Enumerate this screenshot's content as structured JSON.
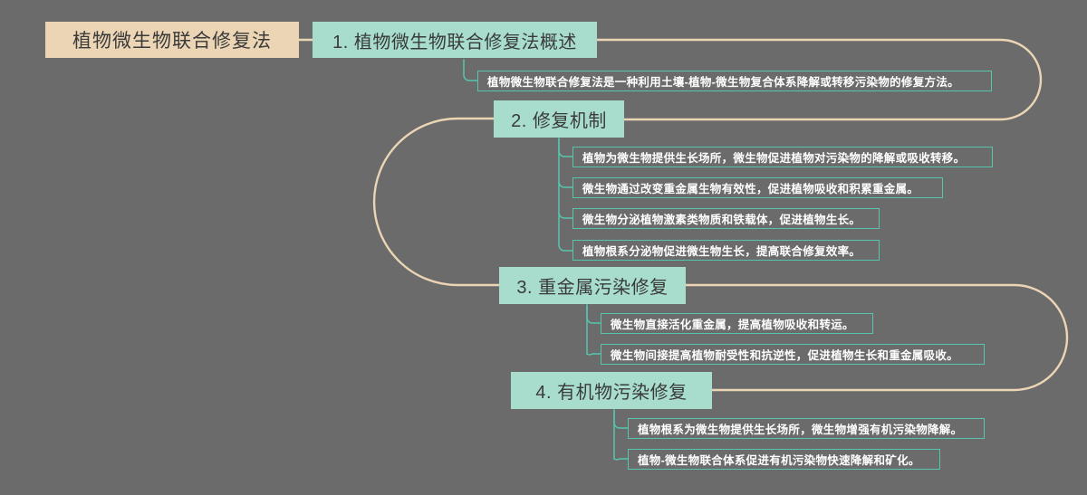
{
  "diagram": {
    "title": "植物微生物联合修复法",
    "type": "mindmap",
    "background_color": "#6b6b6b",
    "root_color": "#ecd5b5",
    "branch_color": "#a8ddcd",
    "leaf_border_color": "#57c4ae",
    "connector_color": "#ecd5b5",
    "leaf_connector_color": "#57c4ae"
  },
  "root": {
    "label": "植物微生物联合修复法"
  },
  "branches": [
    {
      "label": "1. 植物微生物联合修复法概述",
      "leaves": [
        {
          "label": "植物微生物联合修复法是一种利用土壤-植物-微生物复合体系降解或转移污染物的修复方法。"
        }
      ]
    },
    {
      "label": "2. 修复机制",
      "leaves": [
        {
          "label": "植物为微生物提供生长场所，微生物促进植物对污染物的降解或吸收转移。"
        },
        {
          "label": "微生物通过改变重金属生物有效性，促进植物吸收和积累重金属。"
        },
        {
          "label": "微生物分泌植物激素类物质和铁载体，促进植物生长。"
        },
        {
          "label": "植物根系分泌物促进微生物生长，提高联合修复效率。"
        }
      ]
    },
    {
      "label": "3. 重金属污染修复",
      "leaves": [
        {
          "label": "微生物直接活化重金属，提高植物吸收和转运。"
        },
        {
          "label": "微生物间接提高植物耐受性和抗逆性，促进植物生长和重金属吸收。"
        }
      ]
    },
    {
      "label": "4. 有机物污染修复",
      "leaves": [
        {
          "label": "植物根系为微生物提供生长场所，微生物增强有机污染物降解。"
        },
        {
          "label": "植物-微生物联合体系促进有机污染物快速降解和矿化。"
        }
      ]
    }
  ]
}
